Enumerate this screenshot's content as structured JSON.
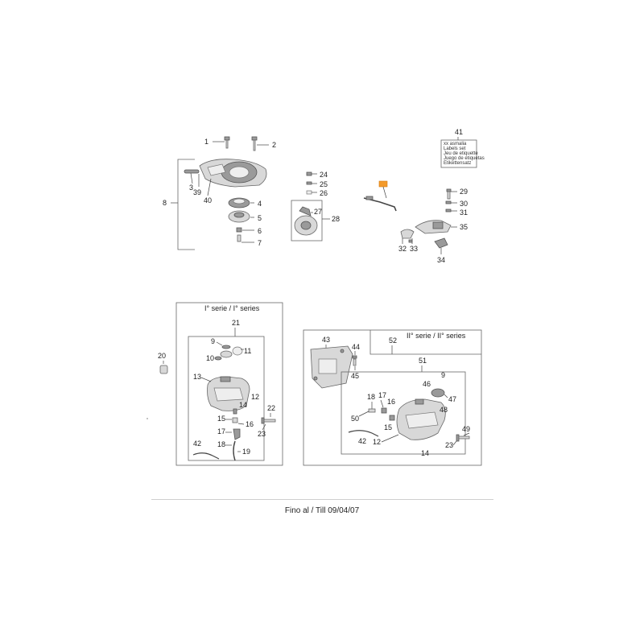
{
  "diagram": {
    "refs": {
      "r1": "1",
      "r2": "2",
      "r3": "3",
      "r4": "4",
      "r5": "5",
      "r6": "6",
      "r7": "7",
      "r8": "8",
      "r39": "39",
      "r40": "40",
      "r24": "24",
      "r25": "25",
      "r26": "26",
      "r27": "27",
      "r28": "28",
      "r29": "29",
      "r30": "30",
      "r31": "31",
      "r32": "32",
      "r33": "33",
      "r34": "34",
      "r35": "35",
      "r41": "41",
      "r20": "20"
    },
    "label_card": {
      "lines": [
        "xx asmalia",
        "Labels set",
        "Jeu de etiquette",
        "Juego de etiquetas",
        "Etikettensatz"
      ]
    },
    "series1": {
      "title": "I° serie / I° series",
      "refs": {
        "r21": "21",
        "r9": "9",
        "r10": "10",
        "r11": "11",
        "r13": "13",
        "r14": "14",
        "r12": "12",
        "r15": "15",
        "r16": "16",
        "r17": "17",
        "r18": "18",
        "r19": "19",
        "r22": "22",
        "r23": "23",
        "r42": "42"
      }
    },
    "series2": {
      "title": "II° serie / II° series",
      "refs": {
        "r43": "43",
        "r44": "44",
        "r45": "45",
        "r52": "52",
        "r51": "51",
        "r46": "46",
        "r9": "9",
        "r47": "47",
        "r18": "18",
        "r17": "17",
        "r16": "16",
        "r50": "50",
        "r15": "15",
        "r48": "48",
        "r42": "42",
        "r12": "12",
        "r14": "14",
        "r49": "49",
        "r23": "23"
      }
    }
  },
  "footer": {
    "text": "Fino al / Till  09/04/07"
  },
  "colors": {
    "highlight": "#f39a2b"
  }
}
